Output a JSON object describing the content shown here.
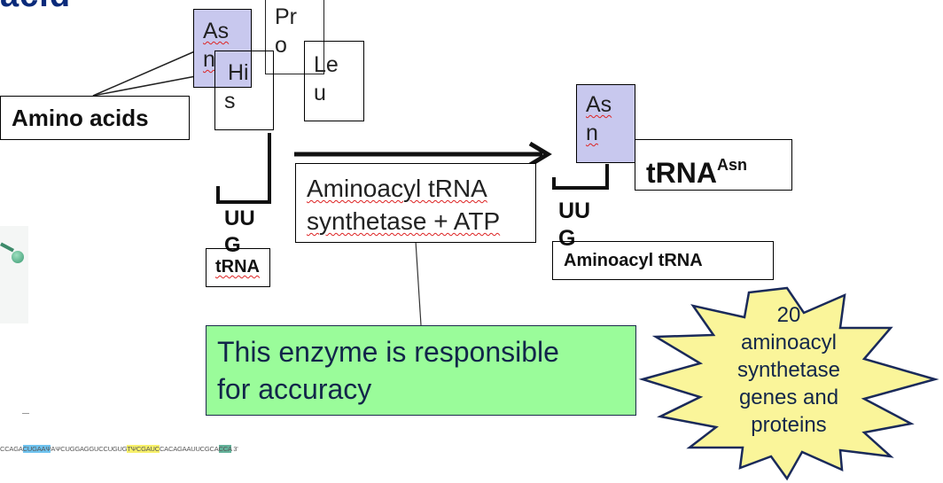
{
  "slide": {
    "title_fragment": "acid",
    "amino_acids": [
      {
        "line1": "As",
        "line2": "n",
        "name": "asparagine"
      },
      {
        "line1": "Hi",
        "line2": "s",
        "name": "histidine"
      },
      {
        "line1": "Pr",
        "line2": "o",
        "name": "proline"
      },
      {
        "line1": "Le",
        "line2": "u",
        "name": "leucine"
      }
    ],
    "amino_acids_label": "Amino acids",
    "left_anticodon": {
      "line1": "UU",
      "line2": "G"
    },
    "left_trna_label": "tRNA",
    "enzyme_label": {
      "line1": "Aminoacyl tRNA",
      "line2": "synthetase + ATP"
    },
    "product_amino_acid": {
      "line1": "As",
      "line2": "n"
    },
    "product_trna_label": {
      "base": "tRNA",
      "superscript": "Asn"
    },
    "right_anticodon": {
      "line1": "UU",
      "line2": "G"
    },
    "product_label": "Aminoacyl tRNA",
    "callout_text": {
      "line1": "This enzyme is responsible",
      "line2": "for accuracy"
    },
    "starburst_text": [
      "20",
      "aminoacyl",
      "synthetase",
      "genes and",
      "proteins"
    ],
    "sequence": {
      "pre": "CCAGA",
      "blue": "CUGAAΨ",
      "mid1": "AΨCUGGAGGUCCUGUG",
      "yellow": "TΨCGAUC",
      "mid2": "CACAGAAUUCGCA",
      "teal": "CCA",
      "end": " 3'"
    },
    "colors": {
      "amino_acid_fill": "#c8c8ee",
      "callout_fill": "#9afc9a",
      "starburst_fill": "#faf59a",
      "title": "#0a2a7a"
    }
  }
}
